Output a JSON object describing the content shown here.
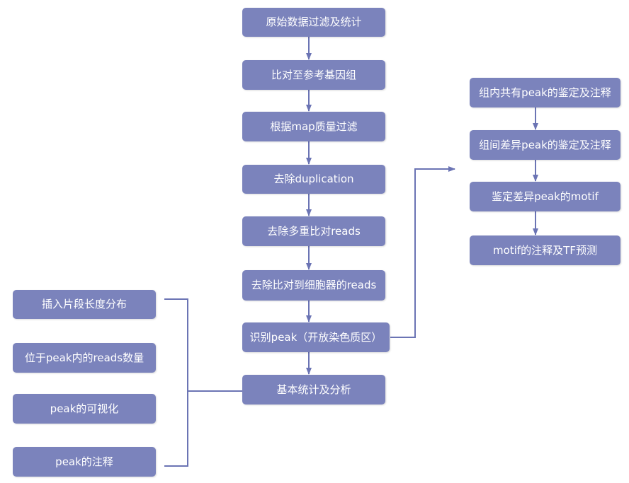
{
  "main_flow": [
    "原始数据过滤及统计",
    "比对至参考基因组",
    "根据map质量过滤",
    "去除duplication",
    "去除多重比对reads",
    "去除比对到细胞器的reads",
    "识别peak（开放染色质区）",
    "基本统计及分析"
  ],
  "right_flow": [
    "组内共有peak的鉴定及注释",
    "组间差异peak的鉴定及注释",
    "鉴定差异peak的motif",
    "motif的注释及TF预测"
  ],
  "left_group": [
    "插入片段长度分布",
    "位于peak内的reads数量",
    "peak的可视化",
    "peak的注释"
  ],
  "colors": {
    "box_fill": "#7b83bc",
    "connector": "#6b74b4",
    "text": "#ffffff"
  }
}
